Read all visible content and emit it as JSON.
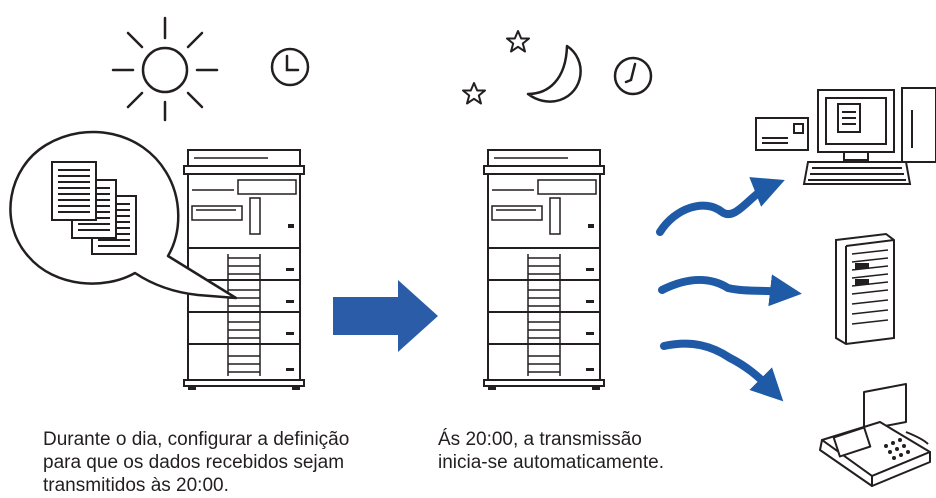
{
  "captions": {
    "left": {
      "line1": "Durante o dia, configurar a definição",
      "line2": "para que os dados recebidos sejam",
      "line3": "transmitidos às 20:00."
    },
    "right": {
      "line1": "Ás 20:00, a transmissão",
      "line2": "inicia-se automaticamente."
    }
  },
  "icons": {
    "day": "sun-icon",
    "night": [
      "moon-icon",
      "star-icon"
    ],
    "time": "clock-icon",
    "received_data": "document-stack-icon",
    "next_step": "right-arrow-icon",
    "destinations": [
      "computer-icon",
      "server-icon",
      "fax-machine-icon"
    ]
  },
  "colors": {
    "line": "#231f20",
    "arrow_blue": "#2a5ca8",
    "flow_arrow": "#1f5aa6"
  }
}
